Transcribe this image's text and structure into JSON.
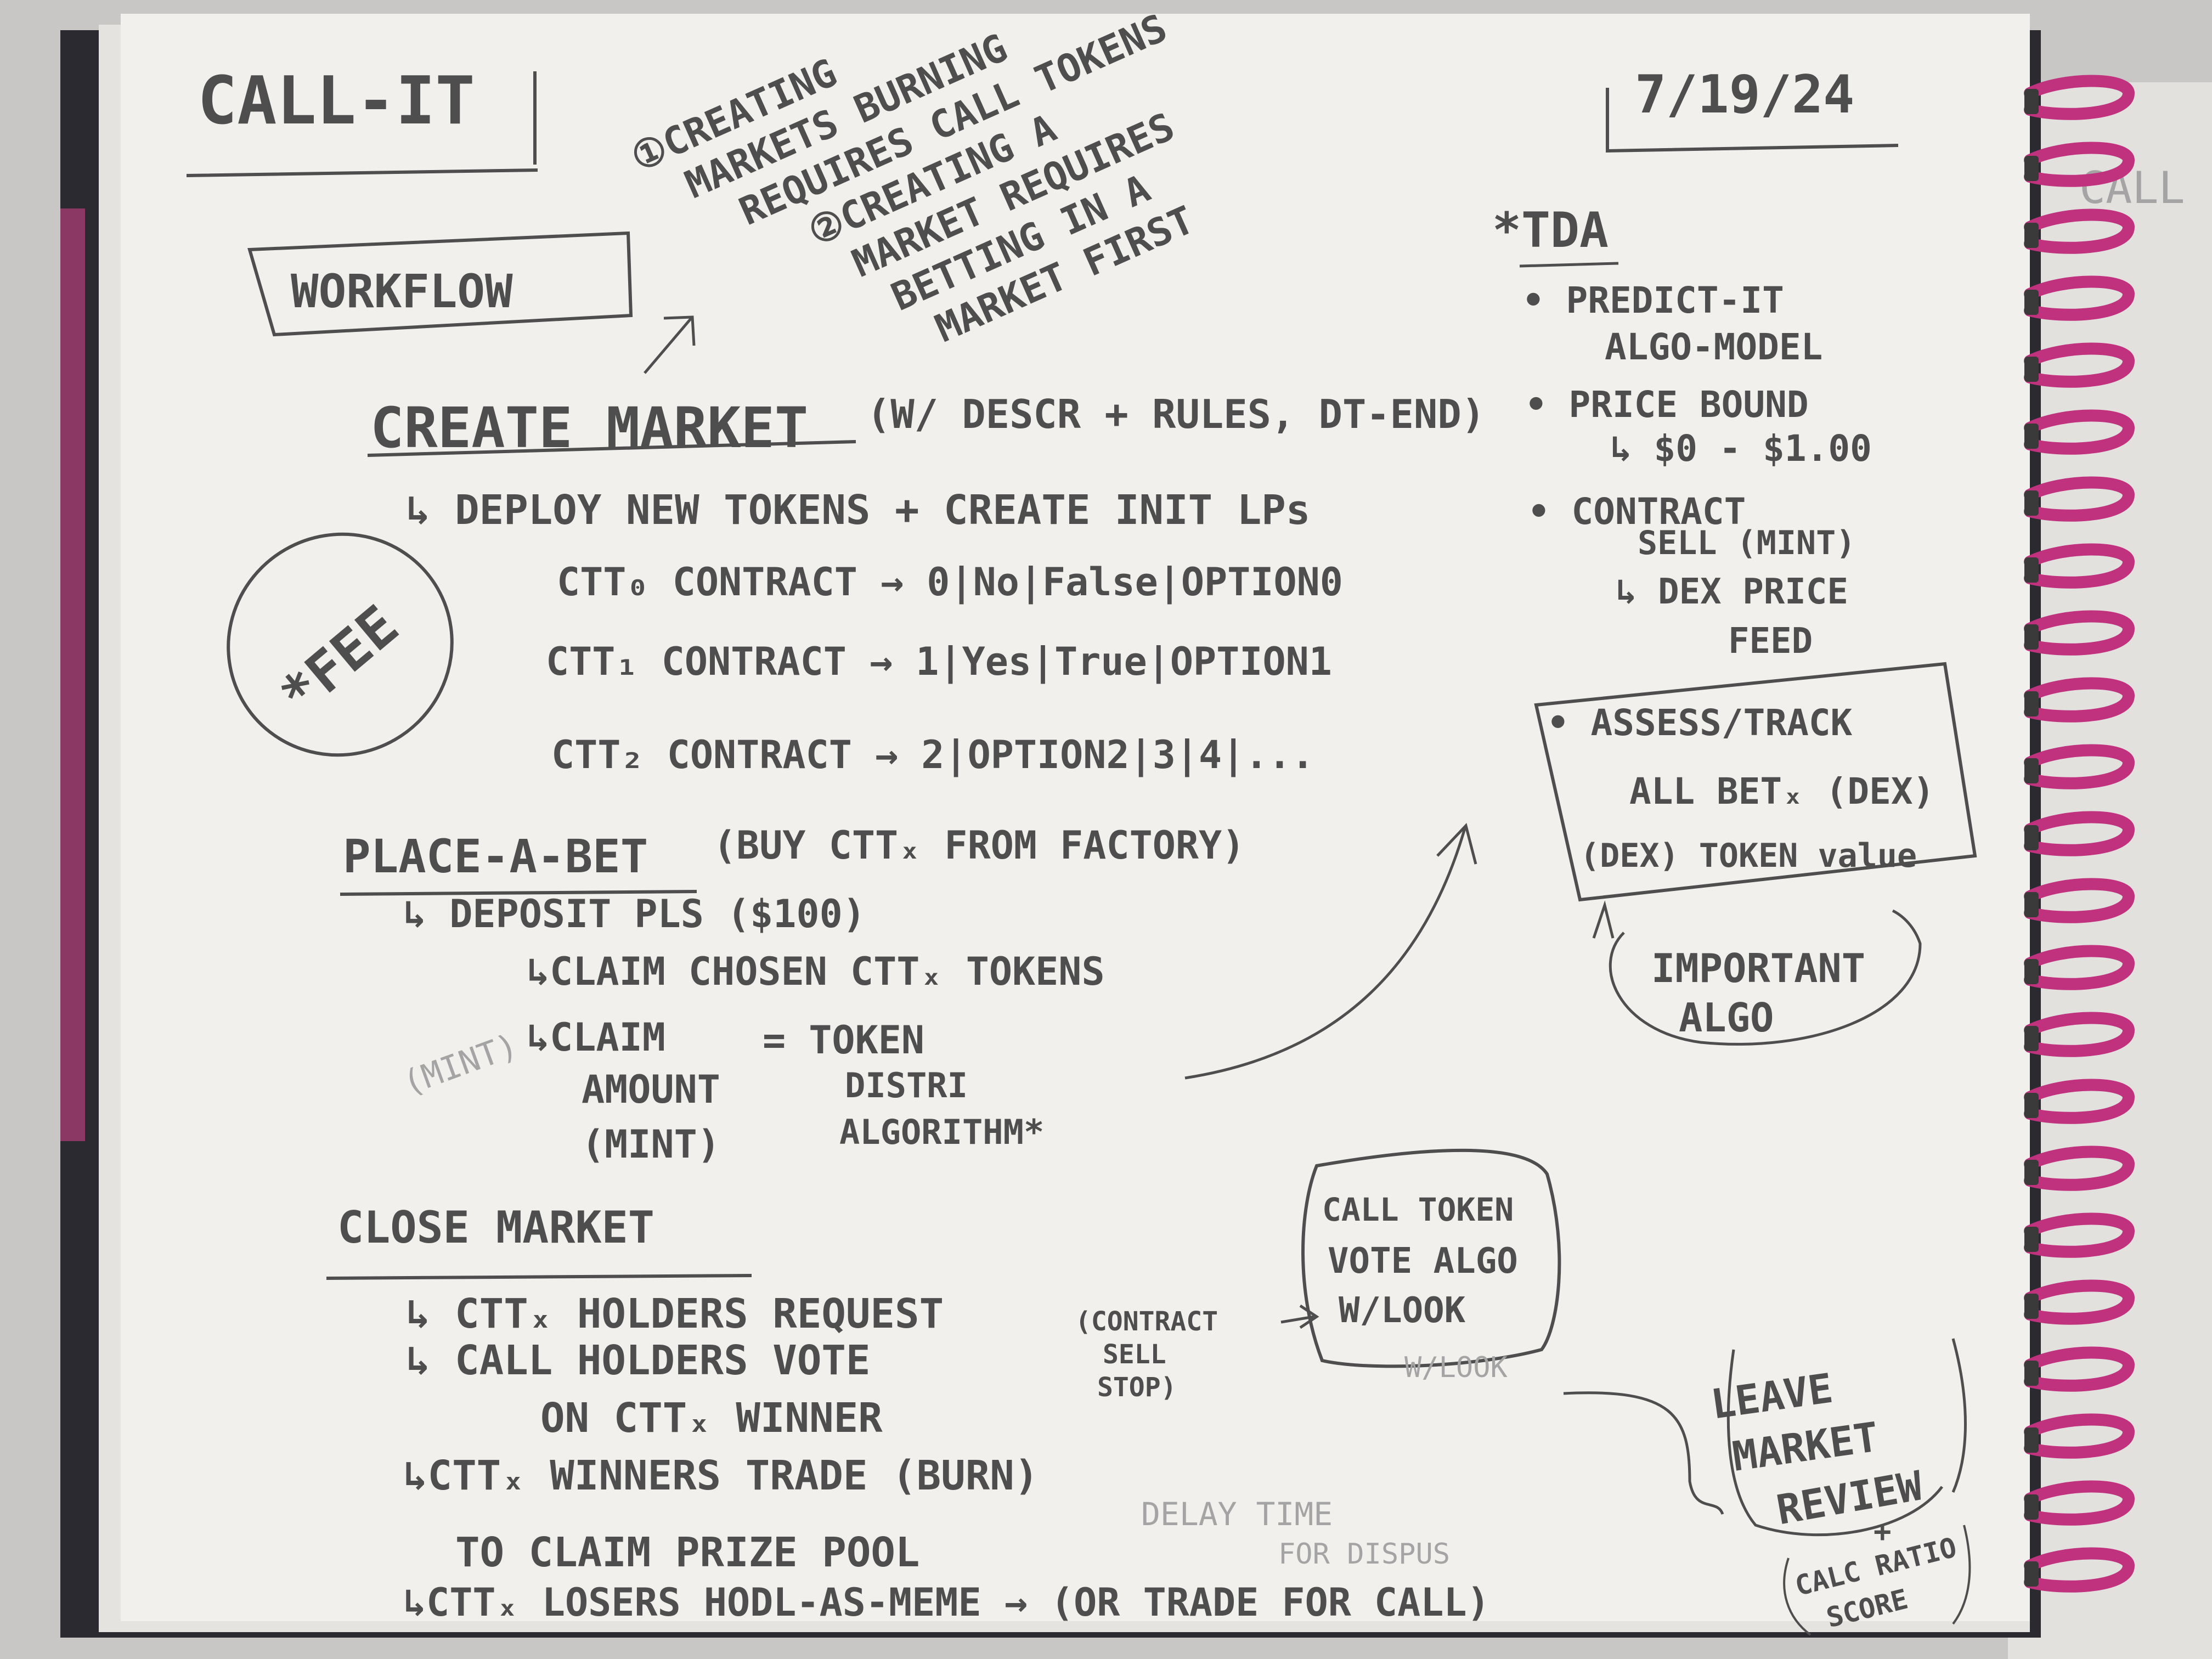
{
  "notebook": {
    "title": "CALL-IT",
    "date": "7/19/24",
    "next_page_fragment": "CALL"
  },
  "left_notes": {
    "workflow_box": "WORKFLOW",
    "fee_circle": "*FEE",
    "notes_top": [
      "①CREATING",
      "MARKETS BURNING",
      "REQUIRES CALL TOKENS",
      "②CREATING A",
      "MARKET REQUIRES",
      "BETTING IN A",
      "MARKET FIRST"
    ],
    "create_market": {
      "heading": "CREATE MARKET",
      "paren": "(W/ DESCR + RULES, DT-END)",
      "deploy": "↳ DEPLOY NEW TOKENS + CREATE INIT LPs",
      "contracts": [
        "CTT₀ CONTRACT → 0|No|False|OPTION0",
        "CTT₁ CONTRACT → 1|Yes|True|OPTION1",
        "CTT₂ CONTRACT → 2|OPTION2|3|4|..."
      ]
    },
    "place_bet": {
      "heading": "PLACE-A-BET",
      "paren": "(BUY CTTₓ FROM FACTORY)",
      "steps": [
        "↳ DEPOSIT PLS ($100)",
        "↳CLAIM CHOSEN CTTₓ TOKENS",
        "↳CLAIM",
        "AMOUNT",
        "(MINT)",
        "= TOKEN",
        "DISTRI",
        "ALGORITHM*"
      ],
      "faint_word": "(MINT)"
    },
    "close_market": {
      "heading": "CLOSE MARKET",
      "steps": [
        "↳ CTTₓ HOLDERS REQUEST",
        "↳ CALL HOLDERS VOTE",
        "ON CTTₓ WINNER",
        "↳CTTₓ WINNERS TRADE (BURN)",
        "TO CLAIM PRIZE POOL",
        "↳CTTₓ LOSERS HODL-AS-MEME → (OR TRADE FOR CALL)"
      ],
      "contract_paren": [
        "(CONTRACT",
        "SELL",
        "STOP)"
      ],
      "call_token_box": [
        "CALL TOKEN",
        "VOTE ALGO",
        "W/LOOK"
      ],
      "faint_words": [
        "W/LOOK",
        "DELAY TIME",
        "FOR DISPUS"
      ]
    }
  },
  "right_notes": {
    "tda": "*TDA",
    "bullets": [
      "• PREDICT-IT",
      "ALGO-MODEL",
      "• PRICE BOUND",
      "↳ $0 - $1.00",
      "• CONTRACT",
      "SELL (MINT)",
      "↳ DEX PRICE",
      "FEED"
    ],
    "assess_box": [
      "• ASSESS/TRACK",
      "ALL BETₓ (DEX)",
      "(DEX) TOKEN value"
    ],
    "important": [
      "IMPORTANT",
      "ALGO"
    ],
    "leave_market": [
      "LEAVE",
      "MARKET",
      "REVIEW",
      "+",
      "CALC RATIO",
      "SCORE"
    ]
  },
  "colors": {
    "pencil": "#4e4e4e",
    "paper": "#f1f0ed",
    "spiral": "#c0317e",
    "cover": "#2a2a30",
    "background": "#c9c8c6"
  }
}
